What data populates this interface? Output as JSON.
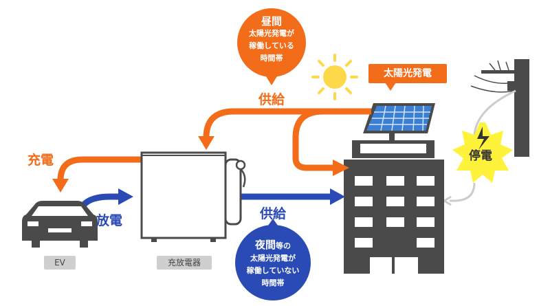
{
  "labels": {
    "daytime_title": "昼間",
    "daytime_line1": "太陽光発電が",
    "daytime_line2": "稼働している",
    "daytime_line3": "時間帯",
    "supply_top": "供給",
    "solar_power": "太陽光発電",
    "charge": "充電",
    "discharge": "放電",
    "supply_bottom": "供給",
    "night_title": "夜間",
    "night_suffix": "等の",
    "night_line1": "太陽光発電が",
    "night_line2": "稼働していない",
    "night_line3": "時間帯",
    "ev": "EV",
    "charger": "充放電器",
    "outage": "停電"
  },
  "colors": {
    "orange": "#f26c1a",
    "blue": "#2a4bb5",
    "dark_gray": "#4a4a4a",
    "sun": "#ffd84a",
    "burst": "#fff23a",
    "panel": "#3c7fd0"
  }
}
